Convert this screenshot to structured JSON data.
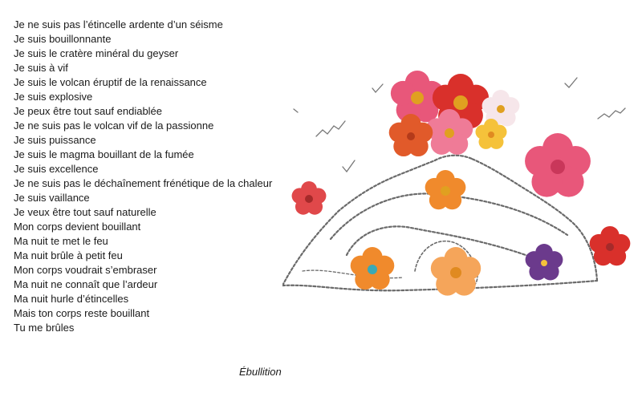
{
  "poem": {
    "lines": [
      "Je ne suis pas l’étincelle ardente d’un séisme",
      "Je suis bouillonnante",
      "Je suis le cratère minéral du geyser",
      "Je suis à vif",
      "Je suis le volcan éruptif de la renaissance",
      "Je suis explosive",
      "Je peux être tout sauf endiablée",
      "Je ne suis pas le volcan vif de la passionne",
      "Je suis puissance",
      "Je suis le magma bouillant de la fumée",
      "Je suis excellence",
      "Je ne suis pas le déchaînement frénétique de la chaleur",
      "Je suis vaillance",
      "Je veux être tout sauf naturelle",
      "Mon corps devient bouillant",
      "Ma nuit te met le feu",
      "Ma nuit brûle à petit feu",
      "Mon corps voudrait s’embraser",
      "Ma nuit ne connaît que l’ardeur",
      "Ma nuit hurle d’étincelles",
      "Mais ton corps reste bouillant",
      "Tu me brûles"
    ]
  },
  "caption": "Ébullition",
  "artwork": {
    "flower_colors": {
      "pink": "#e8577a",
      "red": "#d9302b",
      "orange": "#f08a2c",
      "yellow": "#f5c23a",
      "purple": "#6b3a8c",
      "white": "#f6e6ea",
      "center": "#e0a020"
    }
  }
}
